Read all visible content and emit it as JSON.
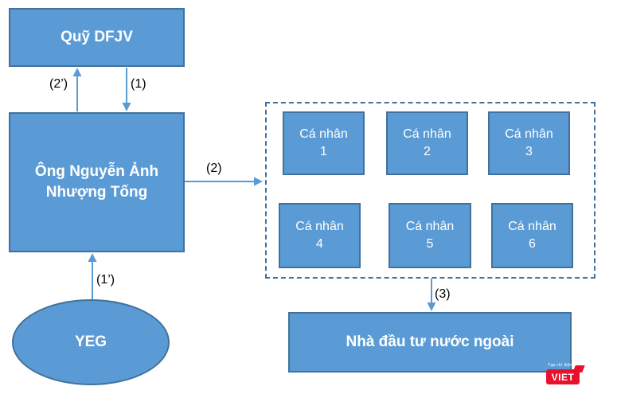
{
  "colors": {
    "box_fill": "#5B9BD5",
    "box_border": "#41719C",
    "arrow": "#5B9BD5",
    "dashed_border": "#41719C",
    "box_text": "#FFFFFF",
    "label_text": "#000000",
    "logo_red": "#E8112D"
  },
  "nodes": {
    "fund": {
      "label": "Quỹ DFJV"
    },
    "owner": {
      "label": "Ông Nguyễn Ảnh\nNhượng Tống"
    },
    "foreign_investor": {
      "label": "Nhà đầu tư nước ngoài"
    },
    "yeg": {
      "label": "YEG"
    }
  },
  "individuals": {
    "items": [
      {
        "label": "Cá nhân\n1"
      },
      {
        "label": "Cá nhân\n2"
      },
      {
        "label": "Cá nhân\n3"
      },
      {
        "label": "Cá nhân\n4"
      },
      {
        "label": "Cá nhân\n5"
      },
      {
        "label": "Cá nhân\n6"
      }
    ]
  },
  "arrows": {
    "a1": {
      "label": "(1)"
    },
    "a2p": {
      "label": "(2’)"
    },
    "a2": {
      "label": "(2)"
    },
    "a1p": {
      "label": "(1’)"
    },
    "a3": {
      "label": "(3)"
    }
  },
  "logo": {
    "tagline": "Tạp chí điện tử",
    "name": "VIET"
  }
}
